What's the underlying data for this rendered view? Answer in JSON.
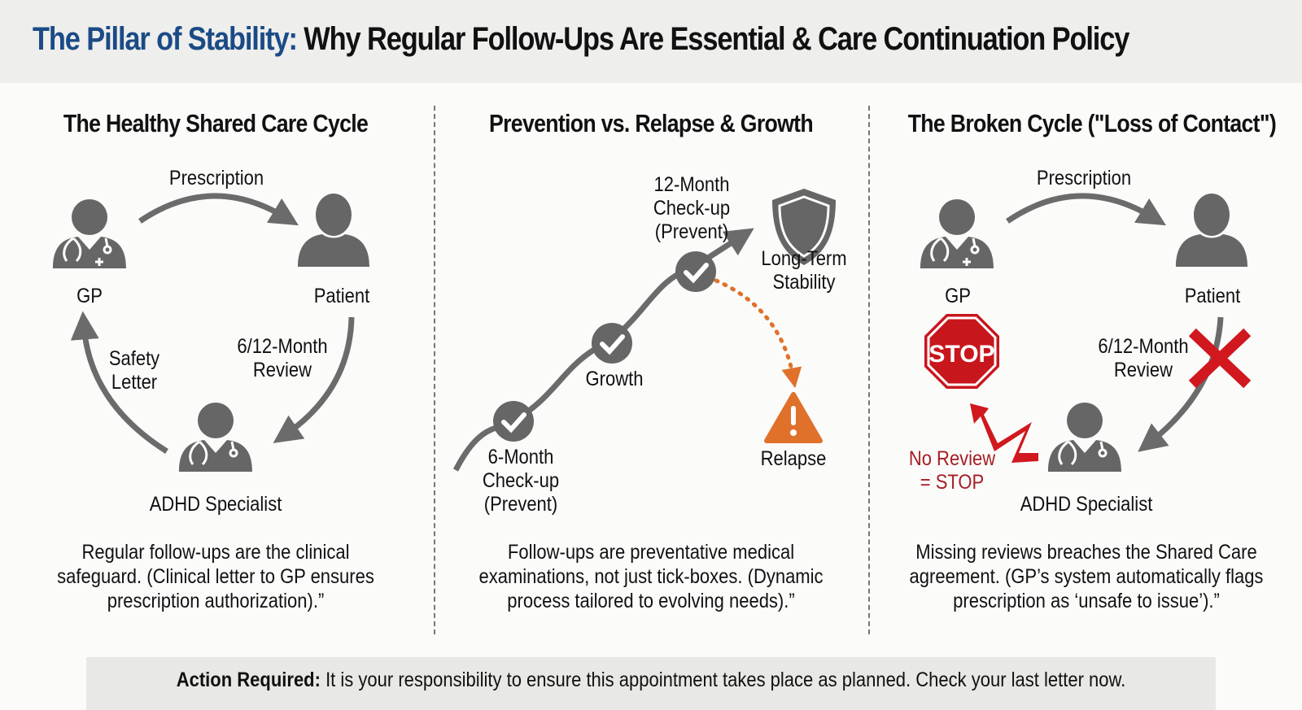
{
  "header": {
    "title_highlight": "The Pillar of Stability:",
    "title_rest": " Why Regular Follow-Ups Are Essential & Care Continuation Policy",
    "highlight_color": "#1b4b86"
  },
  "columns": [
    {
      "title": "The Healthy Shared Care Cycle",
      "nodes": {
        "gp": "GP",
        "patient": "Patient",
        "specialist": "ADHD Specialist"
      },
      "arrows": {
        "prescription": "Prescription",
        "review_line1": "6/12-Month",
        "review_line2": "Review",
        "safety_line1": "Safety",
        "safety_line2": "Letter"
      },
      "description": [
        "Regular follow-ups are the clinical",
        "safeguard. (Clinical letter to GP ensures",
        "prescription authorization).”"
      ]
    },
    {
      "title": "Prevention vs. Relapse & Growth",
      "milestones": [
        {
          "lines": [
            "6-Month",
            "Check-up",
            "(Prevent)"
          ]
        },
        {
          "lines": [
            "Growth"
          ]
        },
        {
          "lines": [
            "12-Month",
            "Check-up",
            "(Prevent)"
          ]
        }
      ],
      "outcomes": {
        "stability_line1": "Long-Term",
        "stability_line2": "Stability",
        "relapse": "Relapse"
      },
      "warning_color": "#e0712a",
      "description": [
        "Follow-ups are preventative medical",
        "examinations, not just tick-boxes. (Dynamic",
        "process tailored to evolving needs).”"
      ]
    },
    {
      "title": "The Broken Cycle (\"Loss of Contact\")",
      "nodes": {
        "gp": "GP",
        "patient": "Patient",
        "specialist": "ADHD Specialist"
      },
      "arrows": {
        "prescription": "Prescription",
        "review_line1": "6/12-Month",
        "review_line2": "Review"
      },
      "stop_sign": "STOP",
      "alert_line1": "No Review",
      "alert_line2": "= STOP",
      "alert_color": "#c8161d",
      "description": [
        "Missing reviews breaches the Shared Care",
        "agreement. (GP’s system automatically flags",
        "prescription as ‘unsafe to issue’).”"
      ]
    }
  ],
  "footer": {
    "label": "Action Required:",
    "text": " It is your responsibility to ensure this appointment takes place as planned. Check your last letter now."
  }
}
